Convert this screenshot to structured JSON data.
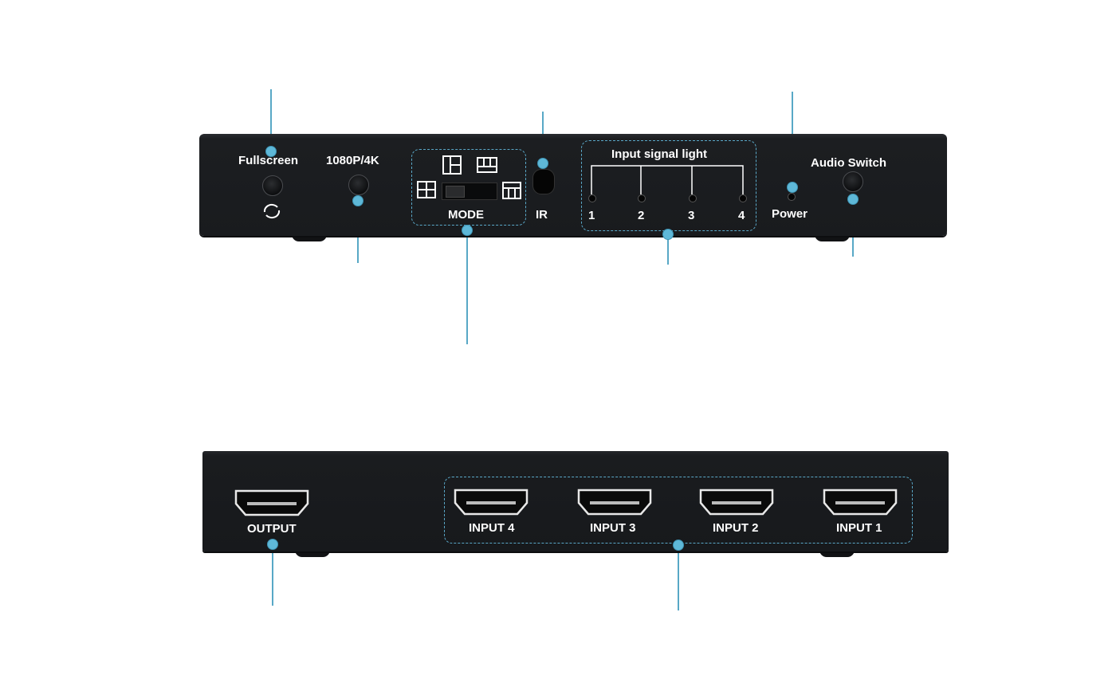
{
  "front_panel": {
    "fullscreen_label": "Fullscreen",
    "resolution_label": "1080P/4K",
    "mode_label": "MODE",
    "ir_label": "IR",
    "signal_label": "Input signal light",
    "led_numbers": [
      "1",
      "2",
      "3",
      "4"
    ],
    "power_label": "Power",
    "audio_label": "Audio Switch"
  },
  "back_panel": {
    "output_label": "OUTPUT",
    "inputs": [
      "INPUT 4",
      "INPUT 3",
      "INPUT 2",
      "INPUT 1"
    ]
  },
  "colors": {
    "panel": "#1a1c1f",
    "callout": "#5eb8d8",
    "text": "#ffffff"
  }
}
